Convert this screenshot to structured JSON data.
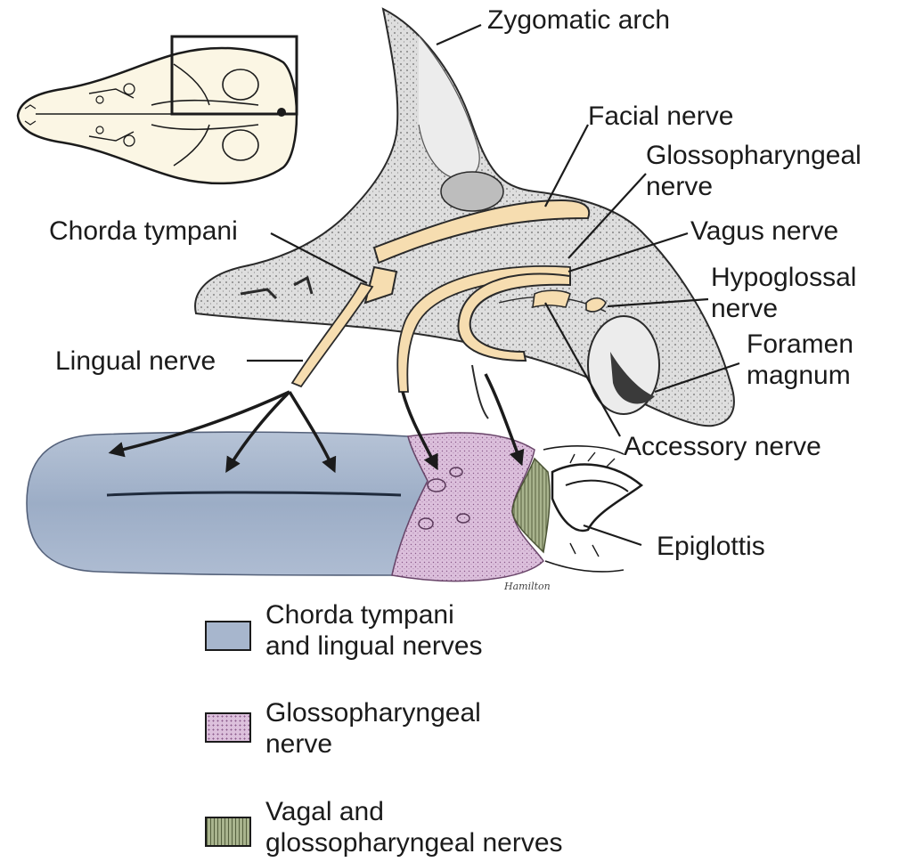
{
  "labels": {
    "zygomatic_arch": "Zygomatic arch",
    "facial_nerve": "Facial nerve",
    "glossopharyngeal_nerve": [
      "Glossopharyngeal",
      "nerve"
    ],
    "chorda_tympani": "Chorda tympani",
    "vagus_nerve": "Vagus nerve",
    "hypoglossal_nerve": [
      "Hypoglossal",
      "nerve"
    ],
    "foramen_magnum": [
      "Foramen",
      "magnum"
    ],
    "lingual_nerve": "Lingual nerve",
    "accessory_nerve": "Accessory nerve",
    "epiglottis": "Epiglottis"
  },
  "legend": [
    {
      "lines": [
        "Chorda tympani",
        "and lingual nerves"
      ],
      "color": "#a7b6cd",
      "pattern": "smooth"
    },
    {
      "lines": [
        "Glossopharyngeal",
        "nerve"
      ],
      "color": "#dcc0dc",
      "pattern": "dots"
    },
    {
      "lines": [
        "Vagal and",
        "glossopharyngeal nerves"
      ],
      "color": "#a9b48e",
      "pattern": "stripes"
    }
  ],
  "colors": {
    "nerve": "#f6ddb0",
    "bone": "#d4d4d4",
    "tongue_blue": "#a7b6cd",
    "tongue_purple": "#dcc0dc",
    "tongue_green": "#a9b48e",
    "ink": "#1b1b1b"
  }
}
